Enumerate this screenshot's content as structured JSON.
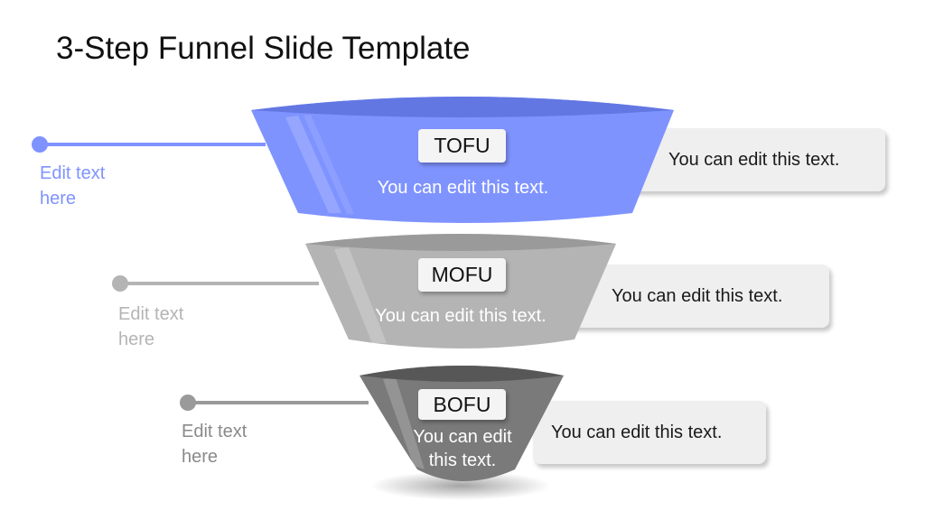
{
  "title": "3-Step Funnel Slide Template",
  "colors": {
    "tofu": "#7f93ff",
    "tofu_top": "#6377e3",
    "mofu": "#b4b4b4",
    "mofu_top": "#9a9a9a",
    "bofu": "#7a7a7a",
    "bofu_top": "#575757",
    "card": "#efefef"
  },
  "stages": [
    {
      "tag": "TOFU",
      "inner_text": "You can edit this text.",
      "side_card_text": "You can edit this text.",
      "edit_label_line1": "Edit text",
      "edit_label_line2": "here"
    },
    {
      "tag": "MOFU",
      "inner_text": "You can edit this text.",
      "side_card_text": "You can edit this text.",
      "edit_label_line1": "Edit text",
      "edit_label_line2": "here"
    },
    {
      "tag": "BOFU",
      "inner_text_line1": "You can edit",
      "inner_text_line2": "this text.",
      "side_card_text": "You can edit this text.",
      "edit_label_line1": "Edit text",
      "edit_label_line2": "here"
    }
  ]
}
